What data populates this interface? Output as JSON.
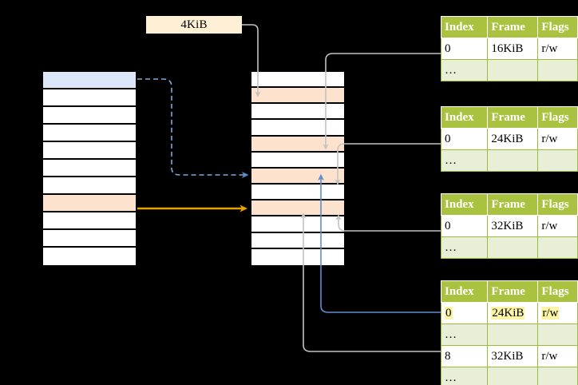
{
  "diagram": {
    "title": "virtual-memory-page-table-walk",
    "page_size_label": {
      "text": "4KiB"
    },
    "colors": {
      "background": "#000000",
      "cell_border": "#000000",
      "cell_fill": "#ffffff",
      "highlight_blue": "#dce8f9",
      "highlight_peach": "#fde3cd",
      "highlight_yellow": "#fcf5a5",
      "label_fill": "#fdf0d5",
      "table_header": "#a9c23f",
      "table_row_alt": "#e9efd7",
      "table_border": "#9bbb3a",
      "arrow_blue": "#5b8fd0",
      "arrow_orange": "#e8a200",
      "arrow_grey": "#c8c8c8"
    },
    "left_stack": {
      "name": "virtual-address-space",
      "rows": [
        {
          "fill": "blue"
        },
        {
          "fill": "white"
        },
        {
          "fill": "white"
        },
        {
          "fill": "white"
        },
        {
          "fill": "white"
        },
        {
          "fill": "white"
        },
        {
          "fill": "white"
        },
        {
          "fill": "peach"
        },
        {
          "fill": "white"
        },
        {
          "fill": "white"
        },
        {
          "fill": "white"
        }
      ]
    },
    "middle_stack": {
      "name": "physical-memory",
      "rows": [
        {
          "fill": "white"
        },
        {
          "fill": "peach"
        },
        {
          "fill": "white"
        },
        {
          "fill": "white"
        },
        {
          "fill": "peach"
        },
        {
          "fill": "white"
        },
        {
          "fill": "peach"
        },
        {
          "fill": "white"
        },
        {
          "fill": "peach"
        },
        {
          "fill": "white"
        },
        {
          "fill": "white"
        },
        {
          "fill": "white"
        }
      ]
    },
    "tables": [
      {
        "name": "page-table-level-1",
        "headers": [
          "Index",
          "Frame",
          "Flags"
        ],
        "rows": [
          {
            "cells": [
              "0",
              "16KiB",
              "r/w"
            ],
            "highlight": [
              false,
              false,
              false
            ]
          },
          {
            "cells": [
              "…",
              "",
              ""
            ],
            "highlight": [
              false,
              false,
              false
            ]
          }
        ]
      },
      {
        "name": "page-table-level-2",
        "headers": [
          "Index",
          "Frame",
          "Flags"
        ],
        "rows": [
          {
            "cells": [
              "0",
              "24KiB",
              "r/w"
            ],
            "highlight": [
              false,
              false,
              false
            ]
          },
          {
            "cells": [
              "…",
              "",
              ""
            ],
            "highlight": [
              false,
              false,
              false
            ]
          }
        ]
      },
      {
        "name": "page-table-level-3",
        "headers": [
          "Index",
          "Frame",
          "Flags"
        ],
        "rows": [
          {
            "cells": [
              "0",
              "32KiB",
              "r/w"
            ],
            "highlight": [
              false,
              false,
              false
            ]
          },
          {
            "cells": [
              "…",
              "",
              ""
            ],
            "highlight": [
              false,
              false,
              false
            ]
          }
        ]
      },
      {
        "name": "page-table-level-4",
        "headers": [
          "Index",
          "Frame",
          "Flags"
        ],
        "rows": [
          {
            "cells": [
              "0",
              "24KiB",
              "r/w"
            ],
            "highlight": [
              true,
              true,
              true
            ]
          },
          {
            "cells": [
              "…",
              "",
              ""
            ],
            "highlight": [
              false,
              false,
              false
            ]
          },
          {
            "cells": [
              "8",
              "32KiB",
              "r/w"
            ],
            "highlight": [
              false,
              false,
              false
            ]
          },
          {
            "cells": [
              "…",
              "",
              ""
            ],
            "highlight": [
              false,
              false,
              false
            ]
          }
        ]
      }
    ]
  }
}
